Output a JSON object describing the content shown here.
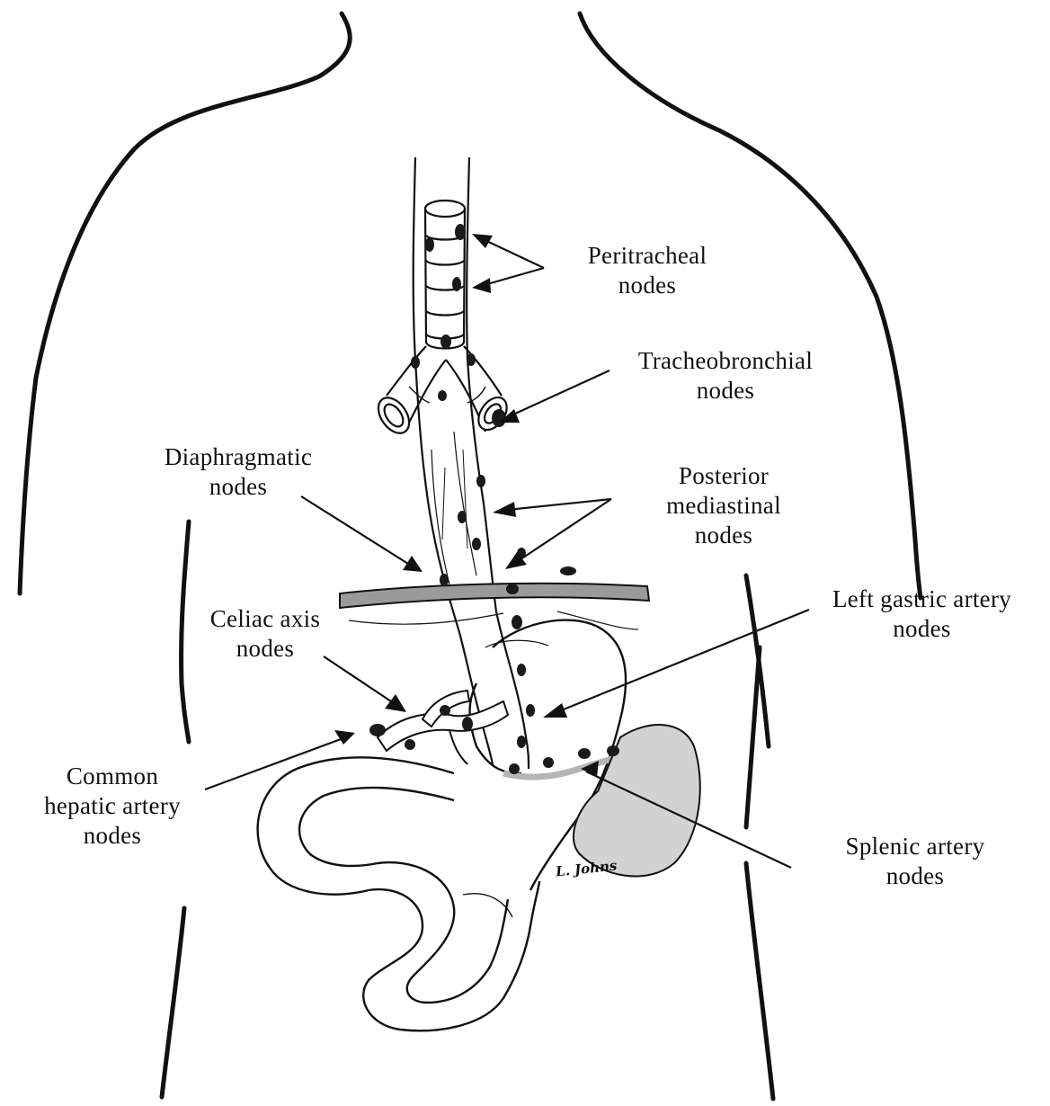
{
  "labels": {
    "peritracheal": [
      "Peritracheal",
      "nodes"
    ],
    "tracheobronchial": [
      "Tracheobronchial",
      "nodes"
    ],
    "diaphragmatic": [
      "Diaphragmatic",
      "nodes"
    ],
    "posterior_mediastinal": [
      "Posterior",
      "mediastinal",
      "nodes"
    ],
    "celiac_axis": [
      "Celiac axis",
      "nodes"
    ],
    "left_gastric": [
      "Left gastric artery",
      "nodes"
    ],
    "common_hepatic": [
      "Common",
      "hepatic artery",
      "nodes"
    ],
    "splenic": [
      "Splenic artery",
      "nodes"
    ]
  },
  "signature": "L. Johns",
  "colors": {
    "ink": "#111111",
    "diaphragm_fill": "#9a9a9a",
    "gray_shading": "#b5b5b5",
    "node_fill": "#1a1a1a"
  }
}
